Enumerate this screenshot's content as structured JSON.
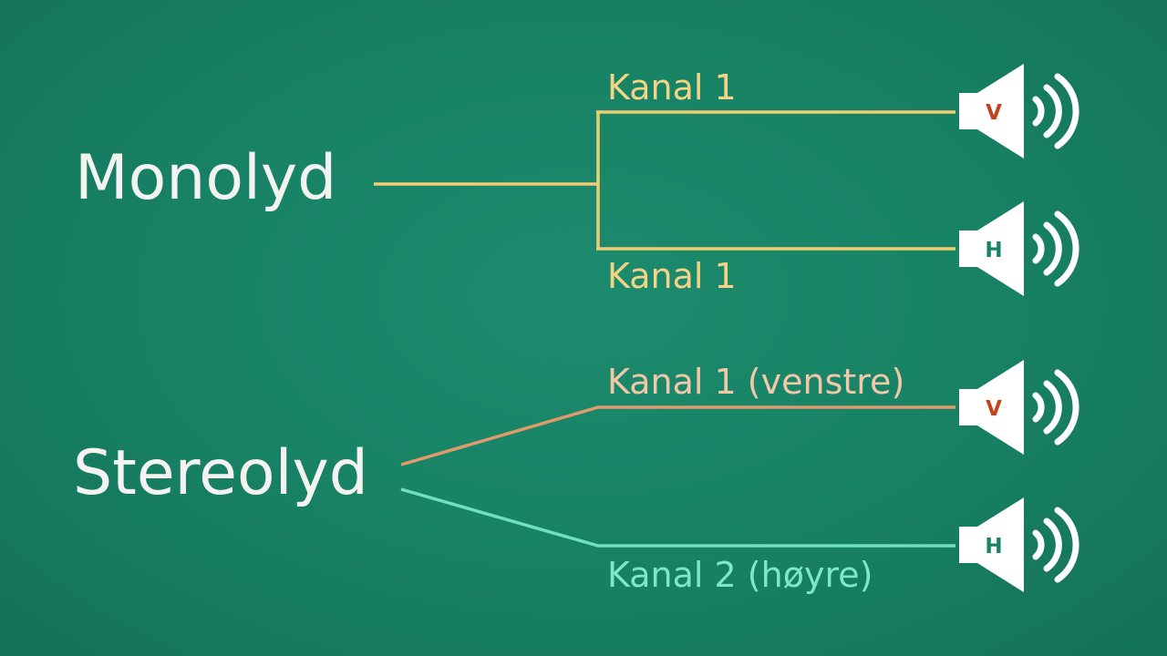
{
  "mono": {
    "title": "Monolyd",
    "channel_top": "Kanal 1",
    "channel_bottom": "Kanal 1"
  },
  "stereo": {
    "title": "Stereolyd",
    "channel_left": "Kanal 1 (venstre)",
    "channel_right": "Kanal 2 (høyre)"
  },
  "speakers": {
    "left_badge": "V",
    "right_badge": "H"
  },
  "colors": {
    "mono_line": "#f2cc73",
    "stereo_left_line": "#e09a6c",
    "stereo_right_line": "#6fe0c0",
    "badge_left": "#c3431c",
    "badge_right": "#188365",
    "speaker": "#ffffff"
  }
}
